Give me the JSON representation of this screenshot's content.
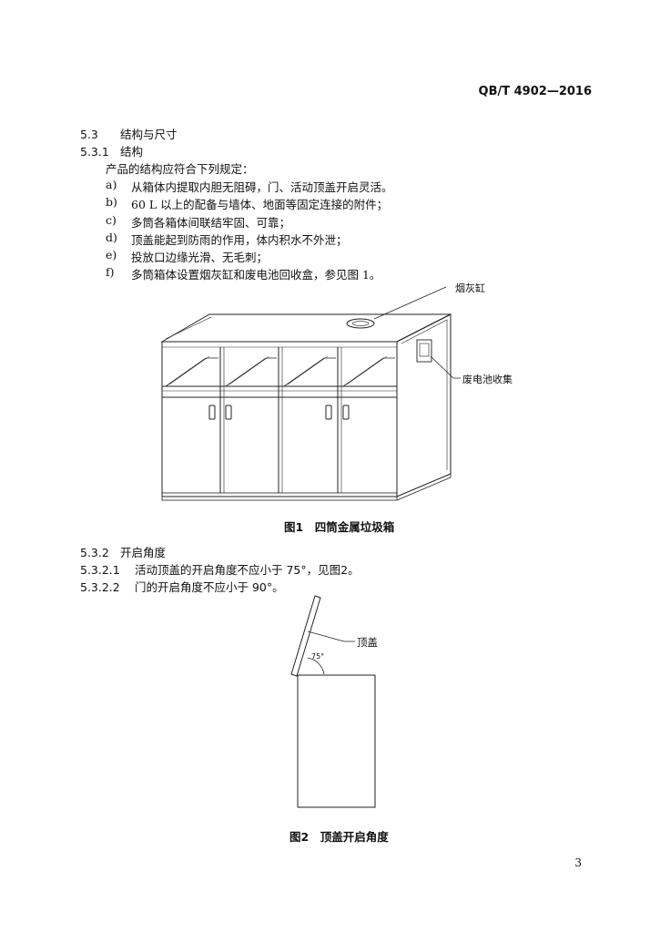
{
  "header": {
    "standard_code": "QB/T 4902—2016"
  },
  "section_5_3": {
    "number": "5.3",
    "title": "结构与尺寸"
  },
  "section_5_3_1": {
    "number": "5.3.1",
    "title": "结构",
    "intro": "产品的结构应符合下列规定：",
    "items": [
      {
        "label": "a)",
        "text": "从箱体内提取内胆无阻碍，门、活动顶盖开启灵活。"
      },
      {
        "label": "b)",
        "text": "60 L 以上的配备与墙体、地面等固定连接的附件；"
      },
      {
        "label": "c)",
        "text": "多筒各箱体间联结牢固、可靠；"
      },
      {
        "label": "d)",
        "text": "顶盖能起到防雨的作用，体内积水不外泄；"
      },
      {
        "label": "e)",
        "text": "投放口边缘光滑、无毛刺；"
      },
      {
        "label": "f)",
        "text": "多筒箱体设置烟灰缸和废电池回收盒，参见图 1。"
      }
    ]
  },
  "figure1": {
    "callout_ashtray": "烟灰缸",
    "callout_battery": "废电池收集",
    "caption": "图1　四筒金属垃圾箱"
  },
  "section_5_3_2": {
    "number": "5.3.2",
    "title": "开启角度",
    "subitems": [
      {
        "number": "5.3.2.1",
        "text": "活动顶盖的开启角度不应小于 75°，见图2。"
      },
      {
        "number": "5.3.2.2",
        "text": "门的开启角度不应小于 90°。"
      }
    ]
  },
  "figure2": {
    "callout_lid": "顶盖",
    "angle_mark": "75°",
    "caption": "图2　顶盖开启角度"
  },
  "footer": {
    "page_number": "3"
  }
}
